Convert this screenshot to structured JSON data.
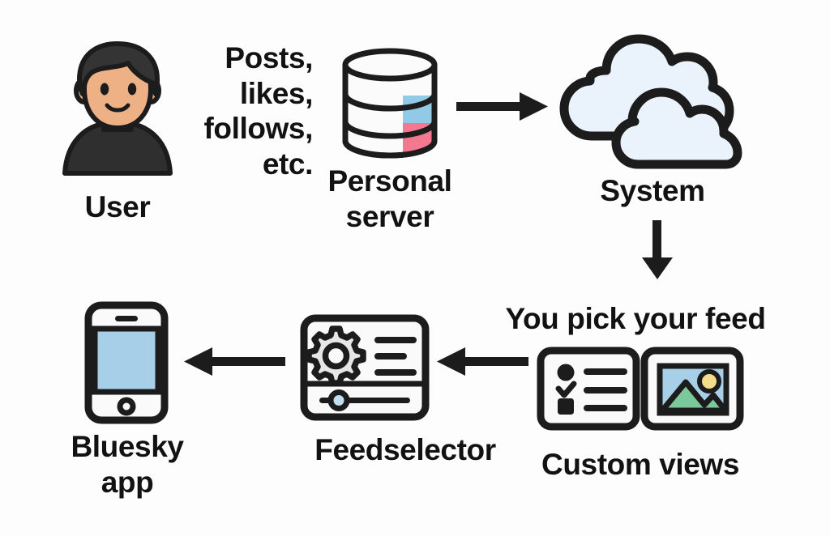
{
  "diagram": {
    "title": "Bluesky network flow diagram",
    "background": "#fdfdfd"
  },
  "palette": {
    "stroke": "#1c1c1c",
    "text": "#121212",
    "cloud_fill": "#eaf3fb",
    "card_fill": "#fafafa",
    "db_fill": "#fbfbfb",
    "db_blue": "#92c9e6",
    "db_pink": "#f4788f",
    "phone_screen": "#a8cfe8",
    "slider_knob": "#bfe0f2",
    "sky": "#a8cfe8",
    "sun": "#f5dc8a",
    "mountain": "#7bc99a",
    "skin": "#eeb185",
    "hair": "#343434",
    "shirt": "#2f2f2f",
    "gear_fill": "#e6e6e6"
  },
  "nodes": {
    "user": {
      "label": "User",
      "icon": "user-avatar-icon"
    },
    "flow_text": {
      "label": "Posts,\nlikes,\nfollows,\netc."
    },
    "personal_server": {
      "label": "Personal\nserver",
      "icon": "database-cylinder-icon"
    },
    "system": {
      "label": "System",
      "icon": "cloud-icon"
    },
    "pick_feed": {
      "label": "You pick your feed"
    },
    "custom_views": {
      "label": "Custom views",
      "icons": [
        "list-card-icon",
        "image-card-icon"
      ]
    },
    "feedselector": {
      "label": "Feedselector",
      "icon": "feedselector-card-icon"
    },
    "bluesky_app": {
      "label": "Bluesky\napp",
      "icon": "phone-icon"
    }
  },
  "arrows": [
    {
      "name": "arrow-server-to-system",
      "direction": "right"
    },
    {
      "name": "arrow-system-to-feed",
      "direction": "down"
    },
    {
      "name": "arrow-views-to-feedselector",
      "direction": "left"
    },
    {
      "name": "arrow-feedselector-to-app",
      "direction": "left"
    }
  ]
}
